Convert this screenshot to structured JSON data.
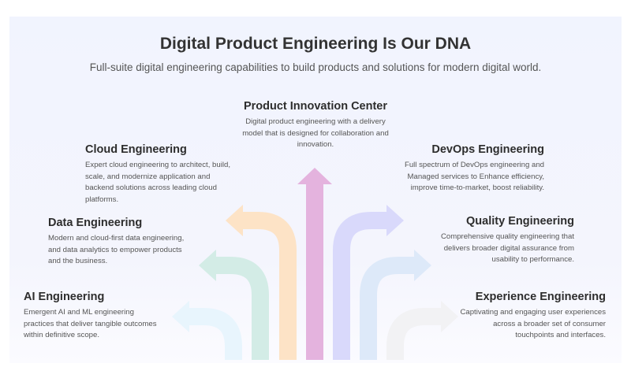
{
  "header": {
    "title": "Digital Product Engineering Is Our DNA",
    "subtitle": "Full-suite digital engineering capabilities to build products and solutions for modern digital world."
  },
  "capabilities": [
    {
      "title": "Product Innovation Center",
      "description": "Digital product engineering with a delivery model that is designed for collaboration and innovation."
    },
    {
      "title": "Cloud Engineering",
      "description": "Expert cloud engineering to architect, build, scale, and modernize application and backend solutions across leading cloud platforms."
    },
    {
      "title": "Data Engineering",
      "description": "Modern and cloud-first data engineering, and data analytics to empower products and the business."
    },
    {
      "title": "AI Engineering",
      "description": "Emergent AI and ML engineering practices that deliver tangible outcomes within definitive scope."
    },
    {
      "title": "DevOps Engineering",
      "description": "Full spectrum of DevOps engineering and Managed services to Enhance efficiency, improve time-to-market, boost reliability."
    },
    {
      "title": "Quality Engineering",
      "description": "Comprehensive quality engineering that delivers broader digital assurance from usability to performance."
    },
    {
      "title": "Experience Engineering",
      "description": "Captivating and engaging user experiences across a broader set of consumer touchpoints and interfaces."
    }
  ],
  "arrow_colors": {
    "center": "#e4b3de",
    "cloud": "#fde3c6",
    "data": "#d3ece6",
    "ai": "#e8f5fd",
    "devops": "#d9d9fb",
    "quality": "#dde9f9",
    "experience": "#f2f2f4"
  }
}
